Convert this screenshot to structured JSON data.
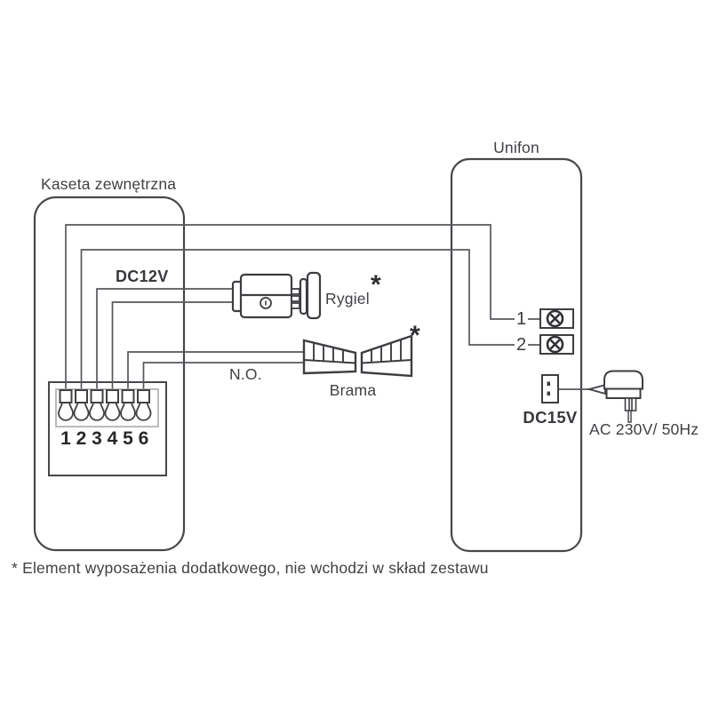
{
  "kaseta": {
    "label": "Kaseta zewnętrzna",
    "terminal_numbers": [
      "1",
      "2",
      "3",
      "4",
      "5",
      "6"
    ]
  },
  "unifon": {
    "label": "Unifon",
    "terminal_1": "1",
    "terminal_2": "2",
    "dc_socket_label": "DC15V",
    "adapter_label": "AC 230V/ 50Hz"
  },
  "middle": {
    "dc12v_label": "DC12V",
    "no_label": "N.O.",
    "lock_label": "Rygiel",
    "lock_asterisk": "*",
    "gate_label": "Brama",
    "gate_asterisk": "*"
  },
  "footnote": "* Element wyposażenia dodatkowego, nie wchodzi w skład zestawu",
  "colors": {
    "component_stroke": "#3e4044",
    "wire_stroke": "#55585c",
    "strip_stroke": "#a8aaac",
    "text": "#3f4145",
    "background": "#ffffff"
  }
}
